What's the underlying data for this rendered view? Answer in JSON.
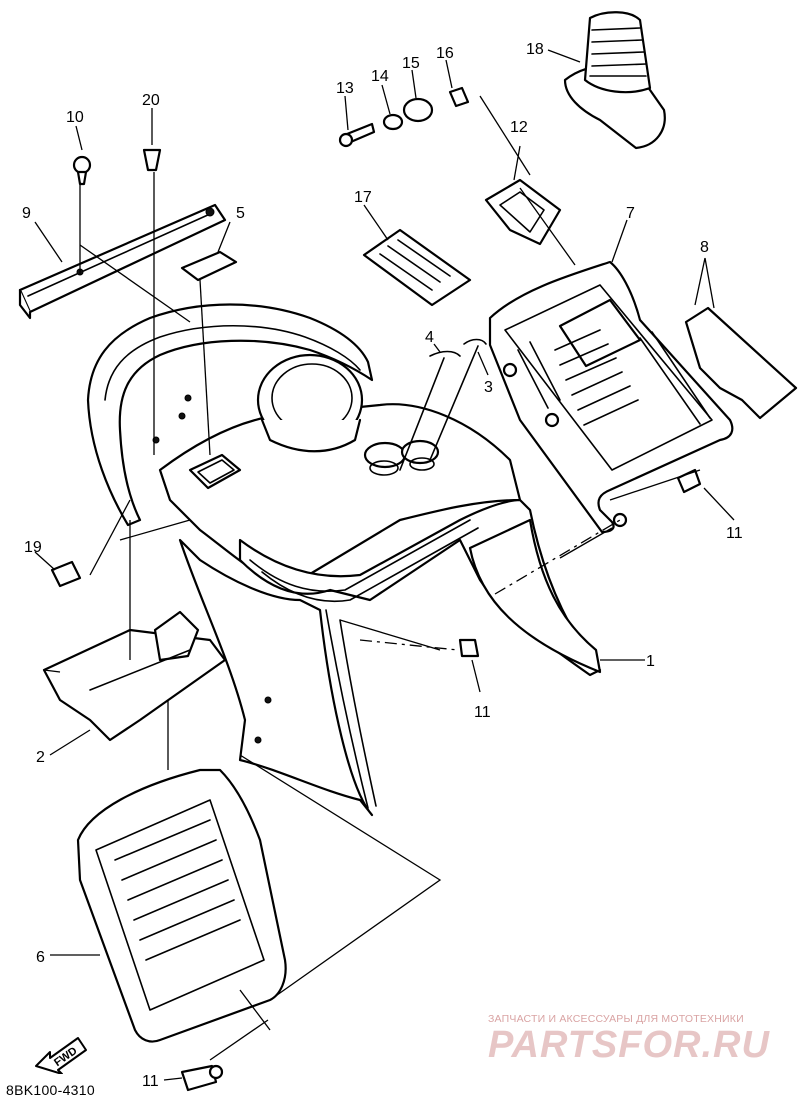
{
  "diagram": {
    "callouts": [
      {
        "id": "c1",
        "text": "1"
      },
      {
        "id": "c2",
        "text": "2"
      },
      {
        "id": "c3",
        "text": "3"
      },
      {
        "id": "c4",
        "text": "4"
      },
      {
        "id": "c5",
        "text": "5"
      },
      {
        "id": "c6",
        "text": "6"
      },
      {
        "id": "c7",
        "text": "7"
      },
      {
        "id": "c8",
        "text": "8"
      },
      {
        "id": "c9",
        "text": "9"
      },
      {
        "id": "c10",
        "text": "10"
      },
      {
        "id": "c11a",
        "text": "11"
      },
      {
        "id": "c11b",
        "text": "11"
      },
      {
        "id": "c11c",
        "text": "11"
      },
      {
        "id": "c12",
        "text": "12"
      },
      {
        "id": "c13",
        "text": "13"
      },
      {
        "id": "c14",
        "text": "14"
      },
      {
        "id": "c15",
        "text": "15"
      },
      {
        "id": "c16",
        "text": "16"
      },
      {
        "id": "c17",
        "text": "17"
      },
      {
        "id": "c18",
        "text": "18"
      },
      {
        "id": "c19",
        "text": "19"
      },
      {
        "id": "c20",
        "text": "20"
      }
    ],
    "direction_label": "FWD",
    "drawing_code": "8BK100-4310"
  },
  "watermark": {
    "tagline": "ЗАПЧАСТИ И АКСЕССУАРЫ ДЛЯ МОТОТЕХНИКИ",
    "logo_text": "PARTSFOR.RU",
    "color": "#e7c6c6"
  }
}
